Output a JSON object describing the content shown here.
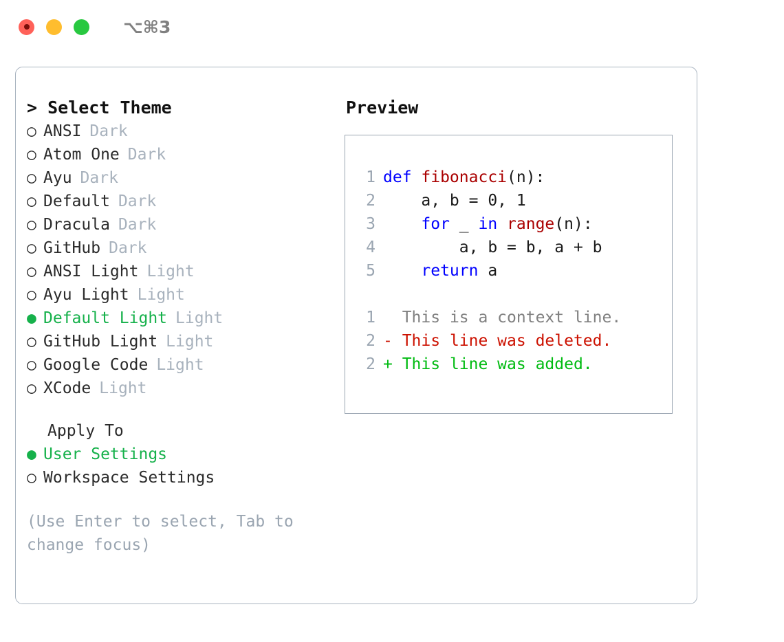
{
  "titlebar": {
    "traffic_lights": [
      {
        "name": "close",
        "color": "#ff6159"
      },
      {
        "name": "minimize",
        "color": "#ffbd2e"
      },
      {
        "name": "zoom",
        "color": "#28c840"
      }
    ],
    "shortcut": "⌥⌘3"
  },
  "theme_list": {
    "title": "> Select Theme",
    "items": [
      {
        "bullet": "○",
        "name": "ANSI",
        "kind": "Dark",
        "selected": false
      },
      {
        "bullet": "○",
        "name": "Atom One",
        "kind": "Dark",
        "selected": false
      },
      {
        "bullet": "○",
        "name": "Ayu",
        "kind": "Dark",
        "selected": false
      },
      {
        "bullet": "○",
        "name": "Default",
        "kind": "Dark",
        "selected": false
      },
      {
        "bullet": "○",
        "name": "Dracula",
        "kind": "Dark",
        "selected": false
      },
      {
        "bullet": "○",
        "name": "GitHub",
        "kind": "Dark",
        "selected": false
      },
      {
        "bullet": "○",
        "name": "ANSI Light",
        "kind": "Light",
        "selected": false
      },
      {
        "bullet": "○",
        "name": "Ayu Light",
        "kind": "Light",
        "selected": false
      },
      {
        "bullet": "●",
        "name": "Default Light",
        "kind": "Light",
        "selected": true
      },
      {
        "bullet": "○",
        "name": "GitHub Light",
        "kind": "Light",
        "selected": false
      },
      {
        "bullet": "○",
        "name": "Google Code",
        "kind": "Light",
        "selected": false
      },
      {
        "bullet": "○",
        "name": "XCode",
        "kind": "Light",
        "selected": false
      }
    ]
  },
  "apply_to": {
    "title": "Apply To",
    "items": [
      {
        "bullet": "●",
        "name": "User Settings",
        "selected": true
      },
      {
        "bullet": "○",
        "name": "Workspace Settings",
        "selected": false
      }
    ]
  },
  "hint": "(Use Enter to select, Tab to change focus)",
  "preview": {
    "title": "Preview",
    "code_lines": [
      {
        "num": "1",
        "tokens": [
          {
            "t": "def ",
            "c": "kw"
          },
          {
            "t": "fibonacci",
            "c": "fn"
          },
          {
            "t": "(n):",
            "c": "plain"
          }
        ]
      },
      {
        "num": "2",
        "tokens": [
          {
            "t": "    a, b = 0, 1",
            "c": "plain"
          }
        ]
      },
      {
        "num": "3",
        "tokens": [
          {
            "t": "    ",
            "c": "plain"
          },
          {
            "t": "for",
            "c": "kw"
          },
          {
            "t": " _ ",
            "c": "plain"
          },
          {
            "t": "in",
            "c": "kw"
          },
          {
            "t": " ",
            "c": "plain"
          },
          {
            "t": "range",
            "c": "fn"
          },
          {
            "t": "(n):",
            "c": "plain"
          }
        ]
      },
      {
        "num": "4",
        "tokens": [
          {
            "t": "        a, b = b, a + b",
            "c": "plain"
          }
        ]
      },
      {
        "num": "5",
        "tokens": [
          {
            "t": "    ",
            "c": "plain"
          },
          {
            "t": "return",
            "c": "kw"
          },
          {
            "t": " a",
            "c": "plain"
          }
        ]
      }
    ],
    "diff_lines": [
      {
        "num": "1",
        "marker": " ",
        "text": " This is a context line.",
        "kind": "context"
      },
      {
        "num": "2",
        "marker": "-",
        "text": " This line was deleted.",
        "kind": "deleted"
      },
      {
        "num": "2",
        "marker": "+",
        "text": " This line was added.",
        "kind": "added"
      }
    ]
  },
  "colors": {
    "selected_green": "#16b14b",
    "keyword_blue": "#0000ff",
    "function_red": "#aa0000",
    "diff_deleted": "#cc1100",
    "diff_added": "#00bb11",
    "muted_gray": "#9aa5b1",
    "kind_gray": "#a8b2bd"
  }
}
